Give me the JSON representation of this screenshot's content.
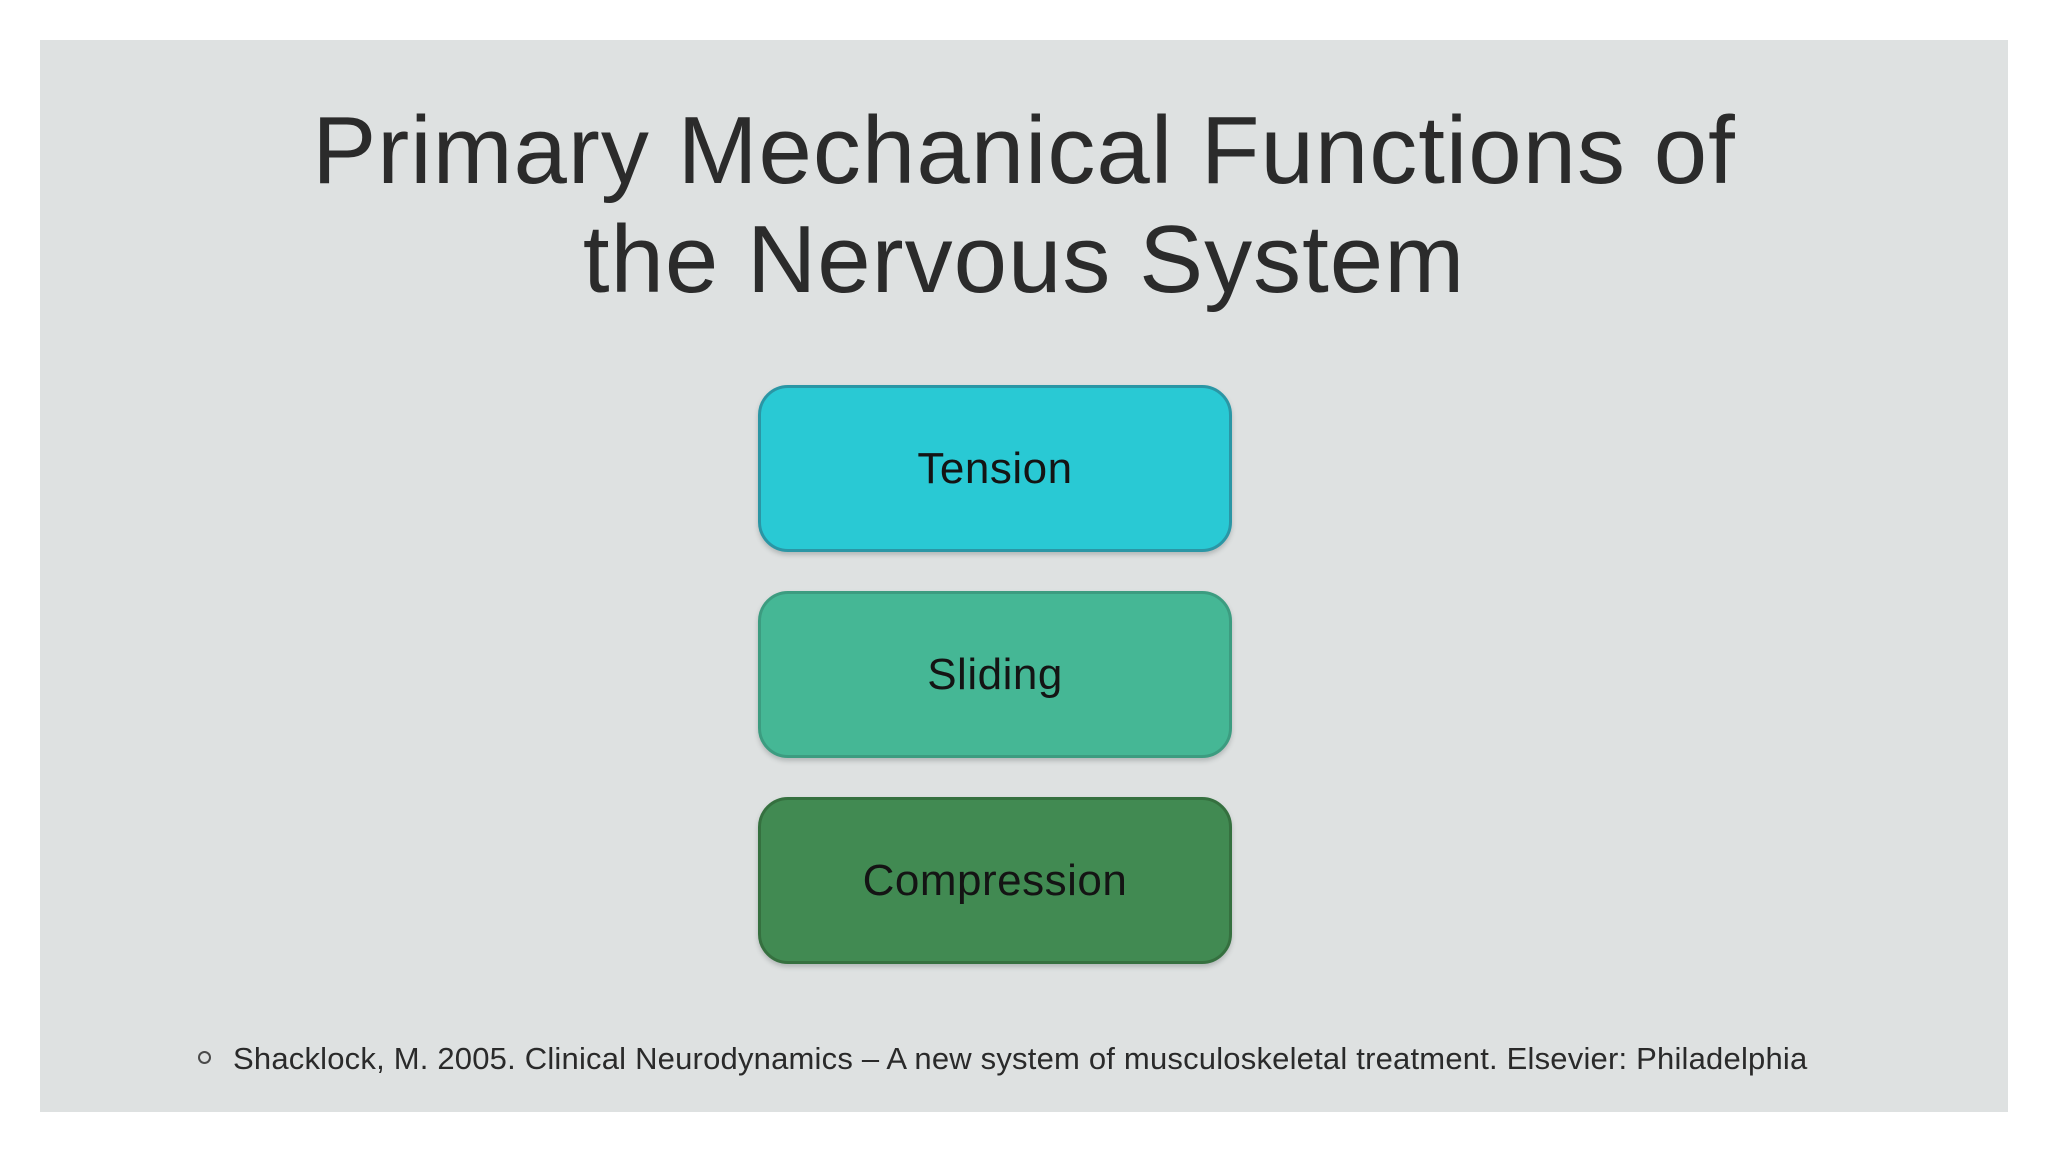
{
  "page": {
    "background": "#ffffff"
  },
  "slide": {
    "background": "#dee1e1",
    "title": {
      "full_text": "Primary Mechanical Functions of the Nervous System",
      "lines": [
        "Primary Mechanical Functions of",
        "the Nervous System"
      ],
      "color": "#2b2b2b"
    },
    "diagram": {
      "type": "stacked-rounded-list",
      "label_color": "#141414",
      "boxes": [
        {
          "label": "Tension",
          "fill": "#29c9d4",
          "border": "#2a96a5"
        },
        {
          "label": "Sliding",
          "fill": "#45b795",
          "border": "#3c9c80"
        },
        {
          "label": "Compression",
          "fill": "#418a52",
          "border": "#35703f"
        }
      ]
    },
    "citation": {
      "bullet_icon": "circle-outline",
      "text": "Shacklock, M. 2005. Clinical Neurodynamics – A new system of musculoskeletal treatment. Elsevier: Philadelphia",
      "color": "#2a2a2a"
    }
  }
}
